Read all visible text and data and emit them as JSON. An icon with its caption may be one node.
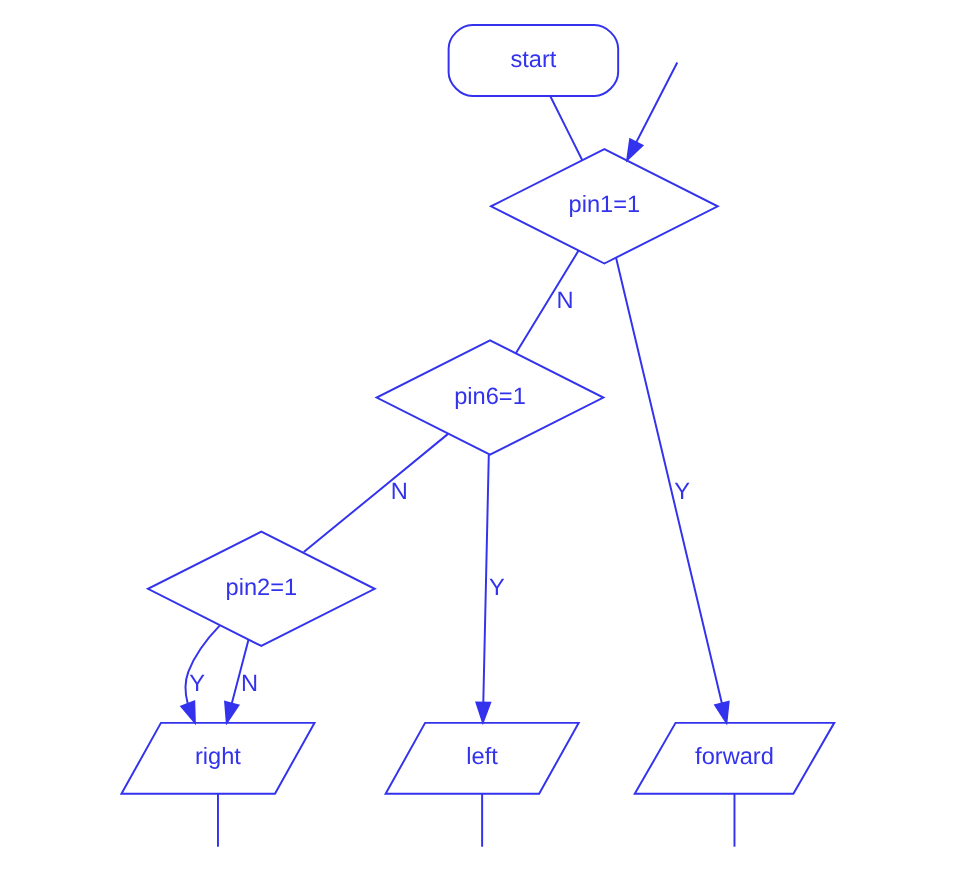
{
  "diagram": {
    "nodes": [
      {
        "text": [
          "start"
        ]
      },
      {
        "text": [
          "pin1=1"
        ]
      },
      {
        "text": [
          "pin6=1"
        ]
      },
      {
        "text": [
          "pin2=1"
        ]
      },
      {
        "text": [
          "right"
        ]
      },
      {
        "text": [
          "left"
        ]
      },
      {
        "text": [
          "forward"
        ]
      }
    ],
    "edges": [
      {
        "from": 0,
        "to": 1,
        "arrow": "none"
      },
      {
        "from": 1,
        "to": 2,
        "arrow": "none",
        "label": "N"
      },
      {
        "from": 2,
        "to": 3,
        "arrow": "none",
        "label": "N"
      },
      {
        "from": 3,
        "to": 4,
        "arrow": "to",
        "label": "Y"
      },
      {
        "from": 3,
        "to": 4,
        "arrow": "to",
        "label": "N"
      },
      {
        "from": 2,
        "to": 5,
        "arrow": "to",
        "label": "Y"
      },
      {
        "from": 1,
        "to": 6,
        "arrow": "to",
        "label": "Y"
      },
      {
        "from": 4,
        "to": null,
        "arrow": "none"
      },
      {
        "from": 5,
        "to": null,
        "arrow": "none"
      },
      {
        "from": 6,
        "to": null,
        "arrow": "none"
      },
      {
        "from": null,
        "to": 1,
        "arrow": "to"
      }
    ]
  }
}
